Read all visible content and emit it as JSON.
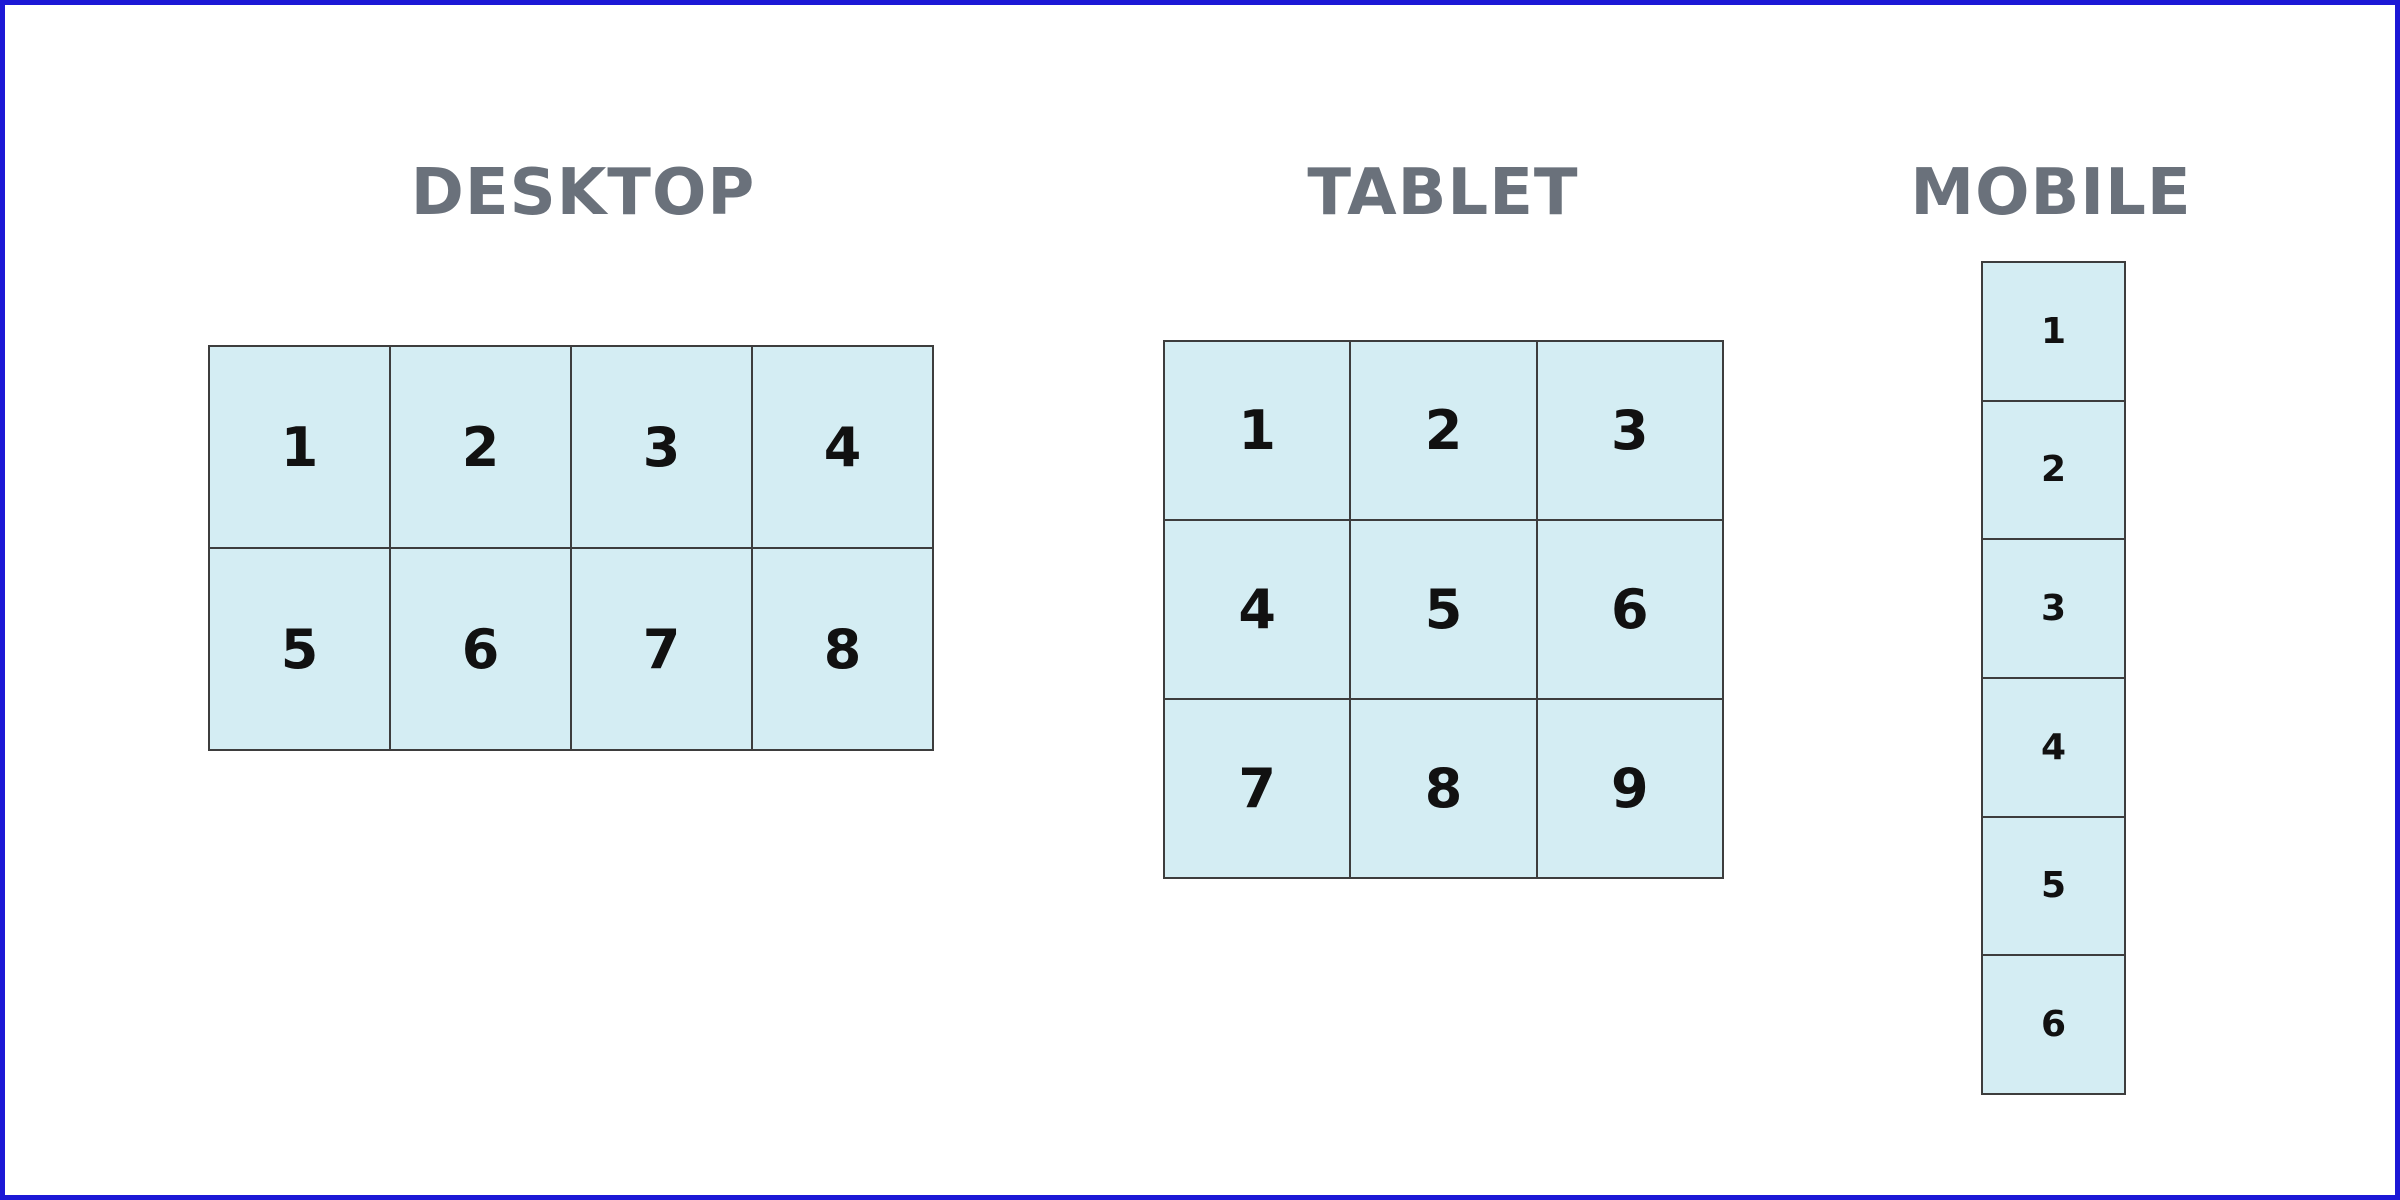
{
  "headings": {
    "desktop": "DESKTOP",
    "tablet": "TABLET",
    "mobile": "MOBILE"
  },
  "desktop": {
    "columns": 4,
    "cells": [
      "1",
      "2",
      "3",
      "4",
      "5",
      "6",
      "7",
      "8"
    ]
  },
  "tablet": {
    "columns": 3,
    "cells": [
      "1",
      "2",
      "3",
      "4",
      "5",
      "6",
      "7",
      "8",
      "9"
    ]
  },
  "mobile": {
    "columns": 1,
    "cells": [
      "1",
      "2",
      "3",
      "4",
      "5",
      "6"
    ]
  },
  "colors": {
    "frame_border": "#1c18d6",
    "heading": "#6a717b",
    "cell_fill": "#d4edf3",
    "cell_border": "#3d3d3d"
  }
}
